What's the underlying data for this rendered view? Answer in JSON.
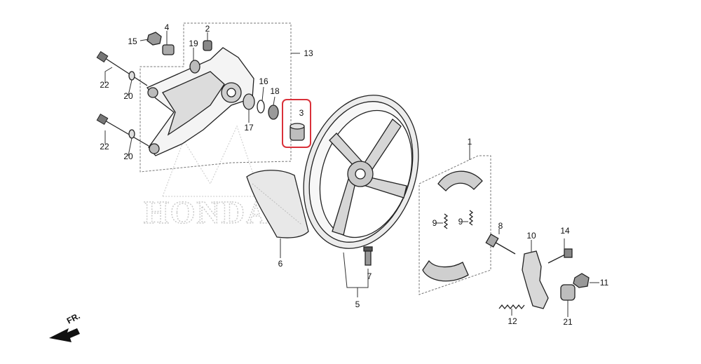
{
  "watermark": {
    "text": "HONDA"
  },
  "direction_marker": {
    "text": "FR."
  },
  "highlight": {
    "part": "3",
    "color": "#d9313a"
  },
  "parts": {
    "p1": "1",
    "p2": "2",
    "p3": "3",
    "p4": "4",
    "p5": "5",
    "p6": "6",
    "p7": "7",
    "p8": "8",
    "p9a": "9",
    "p9b": "9",
    "p10": "10",
    "p11": "11",
    "p12": "12",
    "p13": "13",
    "p14": "14",
    "p15": "15",
    "p16": "16",
    "p17": "17",
    "p18": "18",
    "p19": "19",
    "p20a": "20",
    "p20b": "20",
    "p21": "21",
    "p22a": "22",
    "p22b": "22"
  }
}
